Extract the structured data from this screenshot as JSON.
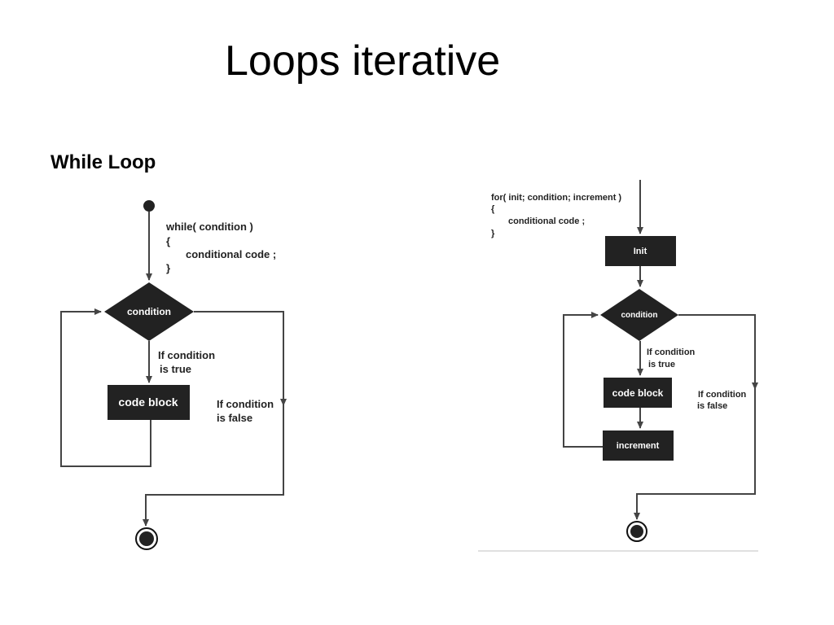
{
  "slide": {
    "title": "Loops iterative",
    "section_heading": "While Loop"
  },
  "while_diagram": {
    "code_lines": [
      "while( condition )",
      "{",
      "conditional code ;",
      "}"
    ],
    "decision_label": "condition",
    "true_label": [
      "If condition",
      "is true"
    ],
    "process_label": "code block",
    "false_label": [
      "If condition",
      "is false"
    ]
  },
  "for_diagram": {
    "code_lines": [
      "for( init; condition; increment )",
      "{",
      "conditional code ;",
      "}"
    ],
    "init_label": "Init",
    "decision_label": "condition",
    "true_label": [
      "If condition",
      "is true"
    ],
    "process_label": "code block",
    "increment_label": "increment",
    "false_label": [
      "If condition",
      "is false"
    ]
  }
}
